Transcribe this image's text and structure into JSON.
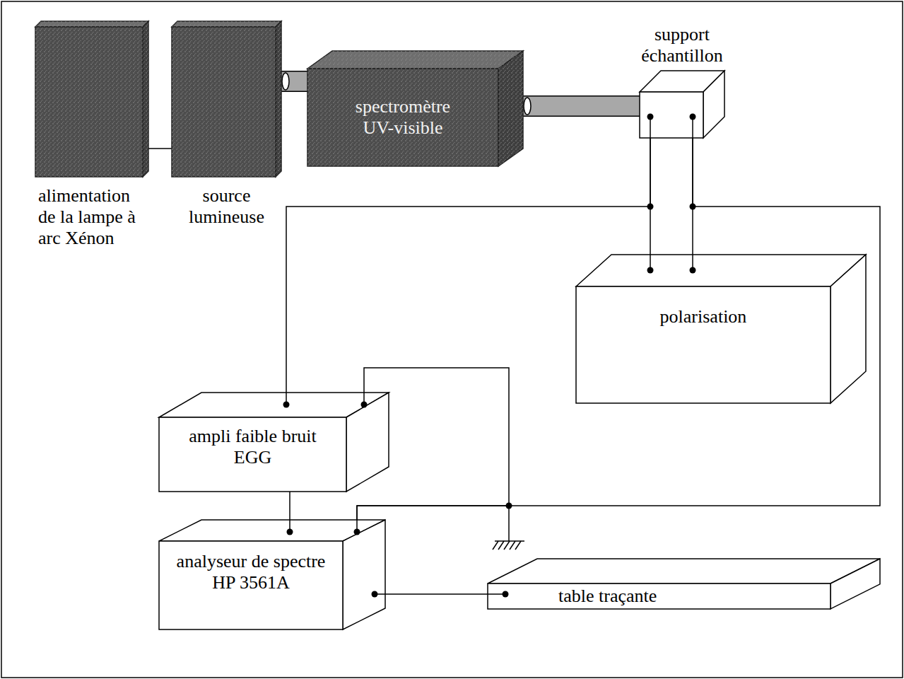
{
  "diagram": {
    "nodes": [
      {
        "text": [
          "alimentation de la lampe à arc Xénon"
        ]
      },
      {
        "text": [
          "source lumineuse"
        ]
      },
      {
        "text": [
          "spectromètre UV-visible"
        ]
      },
      {
        "text": [
          "support échantillon"
        ]
      },
      {
        "text": [
          "polarisation"
        ]
      },
      {
        "text": [
          "ampli faible bruit EGG"
        ]
      },
      {
        "text": [
          "analyseur de spectre HP 3561A"
        ]
      },
      {
        "text": [
          "table traçante"
        ]
      }
    ],
    "edges": [
      {
        "from": 0,
        "to": 1,
        "arrow": "none"
      },
      {
        "from": 1,
        "to": 2,
        "arrow": "none"
      },
      {
        "from": 2,
        "to": 3,
        "arrow": "none"
      },
      {
        "from": 3,
        "to": 4,
        "arrow": "none"
      },
      {
        "from": 3,
        "to": 4,
        "arrow": "none"
      },
      {
        "from": 3,
        "to": 5,
        "arrow": "none"
      },
      {
        "from": 3,
        "to": 6,
        "arrow": "none"
      },
      {
        "from": 5,
        "to": 6,
        "arrow": "none"
      },
      {
        "from": 5,
        "to": 6,
        "arrow": "none"
      },
      {
        "from": 6,
        "to": 7,
        "arrow": "none"
      }
    ]
  }
}
